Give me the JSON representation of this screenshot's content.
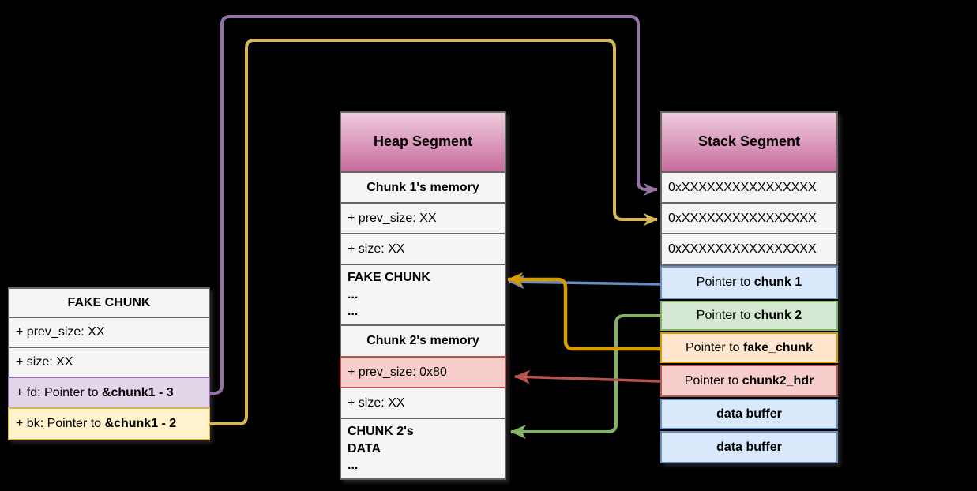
{
  "background_color": "#000000",
  "palette": {
    "row_gray_fill": "#f5f5f5",
    "row_gray_border": "#666666",
    "header_gradient_top": "#efccdd",
    "header_gradient_bottom": "#c76b9d",
    "blue_fill": "#dae8fc",
    "blue_border": "#6c8ebf",
    "green_fill": "#d5e8d4",
    "green_border": "#82b366",
    "orange_fill": "#ffe6cc",
    "orange_border": "#d79b00",
    "red_fill": "#f8cecc",
    "red_border": "#b85450",
    "purple_fill": "#e1d5e7",
    "purple_border": "#9673a6",
    "yellow_fill": "#fff2cc",
    "yellow_border": "#d6b656"
  },
  "tables": {
    "fake_chunk": {
      "title": "FAKE CHUNK",
      "rows": [
        {
          "text": "+ prev_size: XX"
        },
        {
          "text": "+ size: XX"
        },
        {
          "prefix": "+ fd: Pointer to ",
          "strong": "&chunk1 - 3"
        },
        {
          "prefix": "+ bk: Pointer to ",
          "strong": "&chunk1 - 2"
        }
      ]
    },
    "heap": {
      "title": "Heap Segment",
      "rows": [
        {
          "text": "Chunk 1's memory"
        },
        {
          "text": "+ prev_size: XX"
        },
        {
          "text": "+ size: XX"
        },
        {
          "lines": [
            "FAKE CHUNK",
            "...",
            "..."
          ]
        },
        {
          "text": "Chunk 2's memory"
        },
        {
          "text": "+ prev_size: 0x80"
        },
        {
          "text": "+ size: XX"
        },
        {
          "lines": [
            "CHUNK 2's",
            "DATA",
            "..."
          ]
        }
      ]
    },
    "stack": {
      "title": "Stack Segment",
      "rows": [
        {
          "text": "0xXXXXXXXXXXXXXXXX"
        },
        {
          "text": "0xXXXXXXXXXXXXXXXX"
        },
        {
          "text": "0xXXXXXXXXXXXXXXXX"
        },
        {
          "prefix": "Pointer to ",
          "strong": "chunk 1"
        },
        {
          "prefix": "Pointer to ",
          "strong": "chunk 2"
        },
        {
          "prefix": "Pointer to ",
          "strong": "fake_chunk"
        },
        {
          "prefix": "Pointer to ",
          "strong": "chunk2_hdr"
        },
        {
          "text": "data buffer"
        },
        {
          "text": "data buffer"
        }
      ]
    }
  },
  "arrows": [
    {
      "name": "fd-to-stack-slot-1",
      "from": "+ fd: Pointer to &chunk1 - 3",
      "to": "stack slot 1",
      "color": "#9673a6"
    },
    {
      "name": "bk-to-stack-slot-2",
      "from": "+ bk: Pointer to &chunk1 - 2",
      "to": "stack slot 2",
      "color": "#d6b656"
    },
    {
      "name": "pointer-chunk1-to-fake-chunk",
      "from": "Pointer to chunk 1",
      "to": "FAKE CHUNK (heap)",
      "color": "#6c8ebf"
    },
    {
      "name": "pointer-chunk2-to-chunk2-data",
      "from": "Pointer to chunk 2",
      "to": "CHUNK 2's DATA",
      "color": "#82b366"
    },
    {
      "name": "pointer-fake-chunk-to-fake-chunk",
      "from": "Pointer to fake_chunk",
      "to": "FAKE CHUNK (heap)",
      "color": "#d79b00"
    },
    {
      "name": "pointer-chunk2hdr-to-prev-size",
      "from": "Pointer to chunk2_hdr",
      "to": "+ prev_size: 0x80",
      "color": "#b85450"
    }
  ]
}
